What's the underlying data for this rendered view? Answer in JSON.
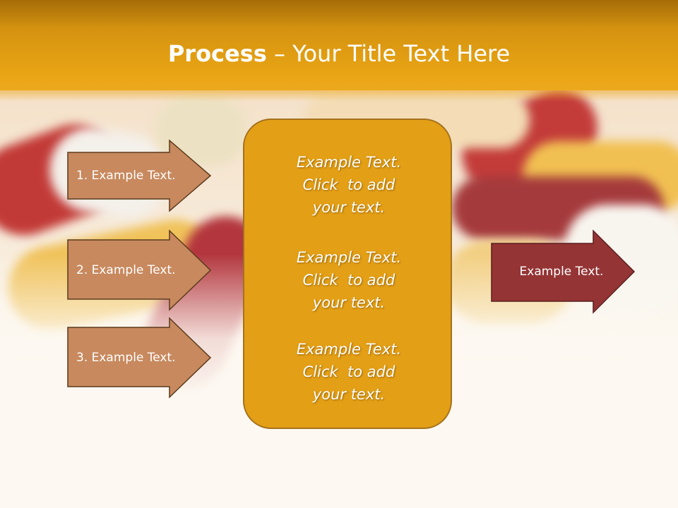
{
  "title": {
    "bold": "Process",
    "separator": " – ",
    "rest": "Your Title Text Here"
  },
  "left_steps": [
    {
      "label": "1. Example Text."
    },
    {
      "label": "2. Example Text."
    },
    {
      "label": "3. Example Text."
    }
  ],
  "center_blocks": [
    {
      "lines": [
        "Example Text.",
        "Click  to add",
        "your text."
      ]
    },
    {
      "lines": [
        "Example Text.",
        "Click  to add",
        "your text."
      ]
    },
    {
      "lines": [
        "Example Text.",
        "Click  to add",
        "your text."
      ]
    }
  ],
  "output": {
    "label": "Example Text."
  },
  "colors": {
    "header": "#e8a314",
    "step_fill": "#c8895e",
    "step_stroke": "#5a3a1c",
    "center_fill": "#e39f15",
    "output_fill": "#953435",
    "output_stroke": "#5a1e1e"
  }
}
